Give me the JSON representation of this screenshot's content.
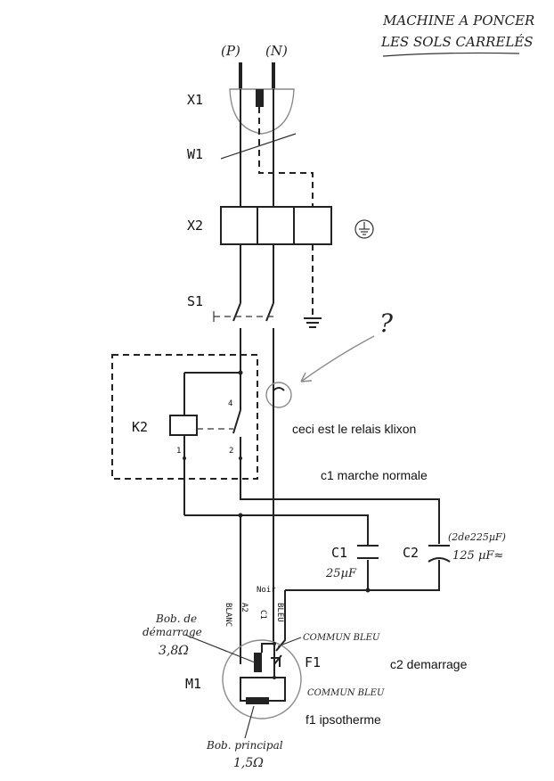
{
  "title": {
    "line1": "MACHINE A PONCER",
    "line2": "LES SOLS CARRELÉS"
  },
  "supply": {
    "phase": "(P)",
    "neutral": "(N)"
  },
  "components": {
    "x1": "X1",
    "w1": "W1",
    "x2": "X2",
    "s1": "S1",
    "k2": "K2",
    "c1": "C1",
    "c2": "C2",
    "m1": "M1",
    "f1": "F1"
  },
  "relay_pins": {
    "p1": "1",
    "p2": "2",
    "p4": "4"
  },
  "values": {
    "c1_value": "25µF",
    "c2_value": "125 µF≈",
    "c2_note": "(2de225µF)",
    "start_coil_label_1": "Bob. de",
    "start_coil_label_2": "démarrage",
    "start_coil_res": "3,8Ω",
    "main_coil_label": "Bob. principal",
    "main_coil_res": "1,5Ω"
  },
  "wire_labels": {
    "blanc": "BLANC",
    "a2": "A2",
    "c1": "C1",
    "noir": "Noir",
    "bleu": "BLEU",
    "commun": "COMMUN BLEU",
    "commun_ghost": "COMMUN BLEU"
  },
  "annotations": {
    "question": "?",
    "klixon": "ceci est le relais klixon",
    "c1_note": "c1 marche normale",
    "c2_note": "c2 demarrage",
    "f1_note": "f1 ipsotherme"
  }
}
